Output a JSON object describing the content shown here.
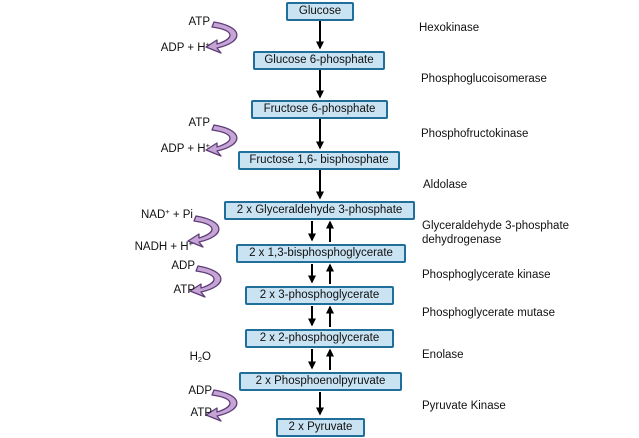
{
  "metabolites": [
    {
      "id": "glucose",
      "label": "Glucose"
    },
    {
      "id": "glucose-6-phosphate",
      "label": "Glucose 6-phosphate"
    },
    {
      "id": "fructose-6-phosphate",
      "label": "Fructose 6-phosphate"
    },
    {
      "id": "fructose-1-6-bisphosphate",
      "label": "Fructose 1,6- bisphosphate"
    },
    {
      "id": "glyceraldehyde-3-phosphate",
      "label": "2 x Glyceraldehyde 3-phosphate"
    },
    {
      "id": "bisphosphoglycerate",
      "label": "2 x 1,3-bisphosphoglycerate"
    },
    {
      "id": "3-phosphoglycerate",
      "label": "2 x 3-phosphoglycerate"
    },
    {
      "id": "2-phosphoglycerate",
      "label": "2 x 2-phosphoglycerate"
    },
    {
      "id": "phosphoenolpyruvate",
      "label": "2 x Phosphoenolpyruvate"
    },
    {
      "id": "pyruvate",
      "label": "2 x Pyruvate"
    }
  ],
  "enzymes": [
    {
      "id": "hexokinase",
      "label": "Hexokinase"
    },
    {
      "id": "phosphoglucoisomerase",
      "label": "Phosphoglucoisomerase"
    },
    {
      "id": "phosphofructokinase",
      "label": "Phosphofructokinase"
    },
    {
      "id": "aldolase",
      "label": "Aldolase"
    },
    {
      "id": "g3p-dehydrogenase-1",
      "label": "Glyceraldehyde 3-phosphate"
    },
    {
      "id": "g3p-dehydrogenase-2",
      "label": "dehydrogenase"
    },
    {
      "id": "phosphoglycerate-kinase",
      "label": "Phosphoglycerate kinase"
    },
    {
      "id": "phosphoglycerate-mutase",
      "label": "Phosphoglycerate mutase"
    },
    {
      "id": "enolase",
      "label": "Enolase"
    },
    {
      "id": "pyruvate-kinase",
      "label": "Pyruvate Kinase"
    }
  ],
  "cofactors": {
    "atp_1": "ATP",
    "adp_h_1": "ADP + H",
    "atp_2": "ATP",
    "adp_h_2": "ADP + H",
    "nad_base": "NAD",
    "nad_rest": " + Pi",
    "nadh": "NADH + H",
    "adp_3": "ADP",
    "atp_3": "ATP",
    "h_base": "H",
    "h_sub": "2",
    "h_o": "O",
    "adp_4": "ADP",
    "atp_4": "ATP",
    "plus": "+"
  },
  "colors": {
    "box_fill": "#c9e3f3",
    "box_border": "#1f6f9a",
    "curve_fill": "#c6a5d6",
    "curve_stroke": "#5e3c78",
    "arrow": "#000000"
  }
}
